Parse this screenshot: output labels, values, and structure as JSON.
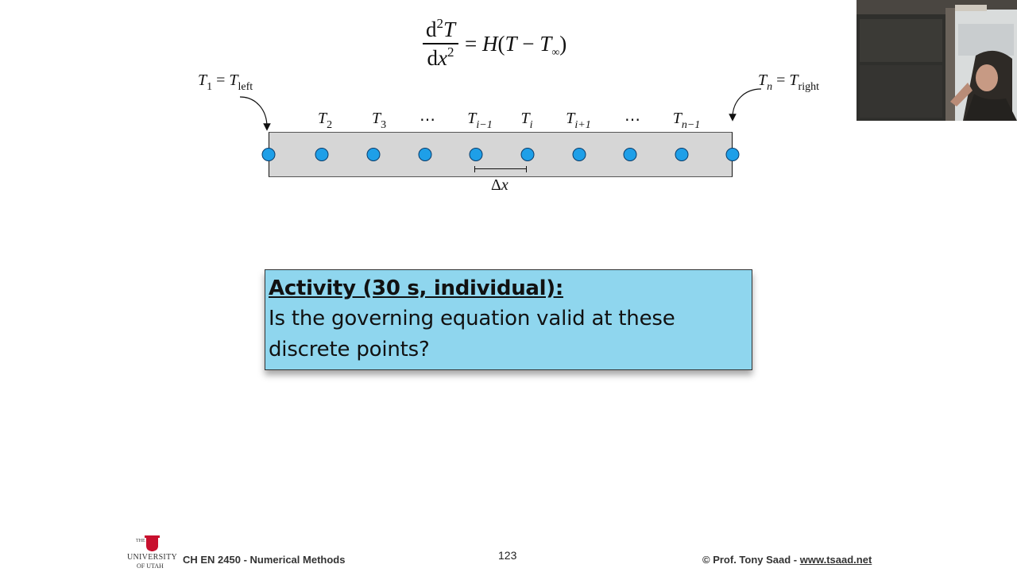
{
  "equation": {
    "numerator_d": "d",
    "numerator_exp": "2",
    "numerator_var": "T",
    "denominator_d": "d",
    "denominator_var": "x",
    "denominator_exp": "2",
    "rhs_eq": "=",
    "rhs_H": "H",
    "rhs_open": "(",
    "rhs_T": "T",
    "rhs_minus": "−",
    "rhs_Tinf": "T",
    "rhs_inf_sub": "∞",
    "rhs_close": ")"
  },
  "boundary": {
    "left": {
      "var": "T",
      "sub": "1",
      "eq": "=",
      "rhs_var": "T",
      "rhs_sub": "left"
    },
    "right": {
      "var": "T",
      "sub": "n",
      "eq": "=",
      "rhs_var": "T",
      "rhs_sub": "right"
    }
  },
  "node_labels": [
    {
      "var": "T",
      "sub": "2"
    },
    {
      "var": "T",
      "sub": "3"
    },
    {
      "var": "",
      "sub": "",
      "text": "⋯"
    },
    {
      "var": "T",
      "sub": "i−1"
    },
    {
      "var": "T",
      "sub": "i"
    },
    {
      "var": "T",
      "sub": "i+1"
    },
    {
      "var": "",
      "sub": "",
      "text": "⋯"
    },
    {
      "var": "T",
      "sub": "n−1"
    }
  ],
  "spacing_label": {
    "delta": "Δ",
    "var": "x"
  },
  "activity": {
    "heading": "Activity (30 s, individual):",
    "line1": "Is the governing equation valid at these",
    "line2": "discrete points?"
  },
  "footer": {
    "logo_the": "THE",
    "logo_university": "UNIVERSITY",
    "logo_of_utah": "OF UTAH",
    "course": "CH EN 2450 - Numerical Methods",
    "page_number": "123",
    "credit": "© Prof. Tony Saad - ",
    "credit_link": "www.tsaad.net"
  },
  "colors": {
    "node_fill": "#1e9fe8",
    "rod_fill": "#d6d6d6",
    "activity_bg": "#8fd6ee",
    "utah_red": "#c8102e"
  },
  "icons": {
    "logo": "university-of-utah-block-u-icon"
  }
}
